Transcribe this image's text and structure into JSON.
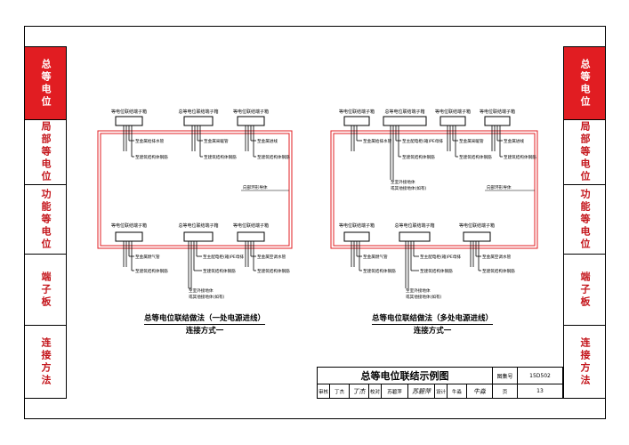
{
  "sidebar": {
    "left": [
      {
        "label": "总等电位",
        "active": true
      },
      {
        "label": "局部等电位",
        "active": false
      },
      {
        "label": "功能等电位",
        "active": false
      },
      {
        "label": "端子板",
        "active": false
      },
      {
        "label": "连接方法",
        "active": false
      }
    ],
    "right": [
      {
        "label": "总等电位",
        "active": true
      },
      {
        "label": "局部等电位",
        "active": false
      },
      {
        "label": "功能等电位",
        "active": false
      },
      {
        "label": "端子板",
        "active": false
      },
      {
        "label": "连接方法",
        "active": false
      }
    ]
  },
  "diagram_left": {
    "top_boxes": [
      "等电位联结端子箱",
      "总等电位联结端子箱",
      "等电位联结端子箱"
    ],
    "bottom_boxes": [
      "等电位联结端子箱",
      "总等电位联结端子箱",
      "等电位联结端子箱"
    ],
    "top_labels": [
      "至金属给排水管",
      "至建筑结构体钢筋",
      "至金属采暖管",
      "至建筑结构体钢筋",
      "至金属进线",
      "至建筑结构体钢筋"
    ],
    "bottom_labels": [
      "至金属燃气管",
      "至建筑结构体钢筋",
      "至主配电柜(箱)PE母排",
      "至建筑结构体钢筋",
      "至室外接地体",
      "或其他接地体(如有)",
      "至金属空调水管",
      "至建筑结构体钢筋"
    ],
    "ring_label": "向部环形导体",
    "caption_title": "总等电位联结做法（一处电源进线）",
    "caption_sub": "连接方式一"
  },
  "diagram_right": {
    "top_boxes": [
      "等电位联结端子箱",
      "总等电位联结端子箱",
      "等电位联结端子箱",
      "等电位联结端子箱"
    ],
    "bottom_boxes": [
      "等电位联结端子箱",
      "总等电位联结端子箱",
      "等电位联结端子箱"
    ],
    "top_labels": [
      "至金属给排水管",
      "至主配电柜(箱)PE母排",
      "至建筑结构体钢筋",
      "至室外接地体",
      "或其他接地体(如有)",
      "至金属采暖管",
      "至建筑结构体钢筋",
      "至金属进线",
      "至建筑结构体钢筋"
    ],
    "bottom_labels": [
      "至金属燃气管",
      "至建筑结构体钢筋",
      "至主配电柜(箱)PE母排",
      "至建筑结构体钢筋",
      "至室外接地体",
      "或其他接地体(如有)",
      "至金属空调水管",
      "至建筑结构体钢筋"
    ],
    "ring_label": "向部环形导体",
    "caption_title": "总等电位联结做法（多处电源进线）",
    "caption_sub": "连接方式一"
  },
  "title_block": {
    "title": "总等电位联结示例图",
    "atlas_label": "图集号",
    "atlas_no": "15D502",
    "review_label": "审核",
    "reviewer": "丁杰",
    "reviewer_sig": "丁杰",
    "check_label": "校对",
    "checker": "苏碧萍",
    "checker_sig": "苏碧萍",
    "design_label": "设计",
    "designer": "牛淼",
    "designer_sig": "牛淼",
    "page_label": "页",
    "page_no": "13"
  },
  "colors": {
    "accent": "#e11d22",
    "line": "#e11d22",
    "ink": "#000000"
  }
}
